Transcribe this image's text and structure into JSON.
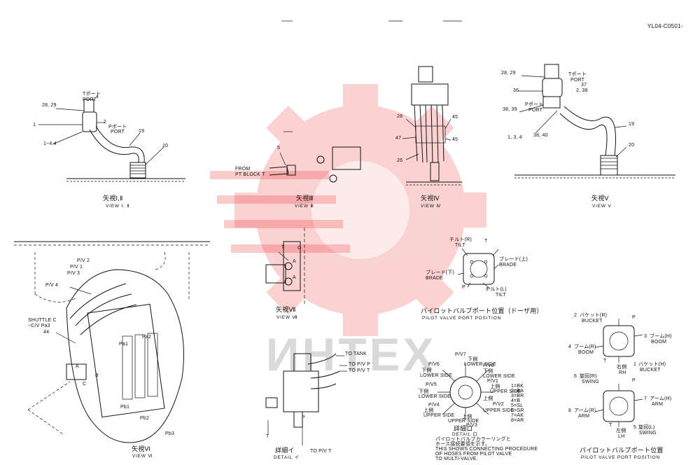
{
  "doc": {
    "code": "YL04-C0501-"
  },
  "watermark": {
    "text": "ИНТЕХ",
    "color": "#ee3333"
  },
  "views": {
    "view1": {
      "cap_jp": "矢視Ⅰ,Ⅱ",
      "cap_en": "VIEW Ⅰ, Ⅱ",
      "labels": [
        "Tポート",
        "PORT",
        "28, 29",
        "4",
        "1",
        "2",
        "Pポート",
        "PORT",
        "1~4  4",
        "19",
        "20"
      ]
    },
    "view3": {
      "cap_jp": "矢視Ⅲ",
      "cap_en": "VIEW Ⅲ",
      "labels": [
        "5",
        "FROM",
        "PT BLOCK T"
      ]
    },
    "view4": {
      "cap_jp": "矢視Ⅳ",
      "cap_en": "VIEW Ⅳ",
      "labels": [
        "28",
        "47",
        "26",
        "45",
        "45"
      ]
    },
    "view5": {
      "cap_jp": "矢視Ⅴ",
      "cap_en": "VIEW Ⅴ",
      "labels": [
        "28, 29",
        "Tポート",
        "PORT",
        "37",
        "36",
        "2, 38",
        "38, 39",
        "Pポート",
        "PORT",
        "1, 3, 4",
        "38, 40",
        "19",
        "20"
      ]
    },
    "view6": {
      "cap_jp": "矢視Ⅵ",
      "cap_en": "VIEW Ⅵ",
      "labels": [
        "P/V 2",
        "P/V 1",
        "P/V 3",
        "P/V 4",
        "SHUTTLE C",
        "~C/V Pa3",
        "44",
        "Pa1",
        "Pa2",
        "Pb1",
        "Pb2",
        "Pb3",
        "A",
        "B",
        "C"
      ]
    },
    "view7": {
      "cap_jp": "矢視Ⅶ",
      "cap_en": "VIEW Ⅶ",
      "labels": [
        "T",
        "G",
        "A",
        "A"
      ]
    },
    "detail_a": {
      "cap_jp": "詳細イ",
      "cap_en": "DETAIL イ",
      "labels": [
        "TO TANK",
        "TO P/V P",
        "TO P/V T",
        "TO P/V T",
        "P",
        "T"
      ]
    },
    "detail_b": {
      "cap_jp": "詳細ロ",
      "cap_en": "DETAIL ロ",
      "labels": [
        "P/V7",
        "下側",
        "LOWER SIDE",
        "P/V6",
        "下側",
        "LOWER SIDE",
        "P/V8",
        "下側",
        "LOWER SIDE",
        "P/V5",
        "下側",
        "LOWER SIDE",
        "P/V1",
        "上側",
        "UPPER SIDE",
        "P/V4",
        "上側",
        "UPPER SIDE",
        "P/V2",
        "上側",
        "UPPER SIDE",
        "P/V3",
        "上側",
        "UPPER SIDE",
        "1=BK",
        "2=BA",
        "3=BR",
        "4=B",
        "5=SL",
        "6=SR",
        "7=AK",
        "8=AR"
      ],
      "note_jp": "パイロットバルブカラーリングと",
      "note_jp2": "ホース接続要領を示す。",
      "note_en": [
        "THIS SHOWS CONNECTING PROCEDURE",
        "OF HOSES FROM PILOT VALVE",
        "TO MULTI-VALVE."
      ]
    },
    "pilot_dozer": {
      "cap_jp": "パイロットバルブポート位置（ドーザ用）",
      "cap_en": "PILOT VALVE PORT POSITION",
      "labels": [
        "チルト(R)",
        "TILT",
        "T",
        "ブレード(上)",
        "BRADE",
        "ブレード(下)",
        "BRADE",
        "チルト(L)",
        "TILT",
        "P"
      ]
    },
    "pilot_main": {
      "cap_jp": "パイロットバルブポート位置",
      "cap_en": "PILOT VALVE PORT POSITION",
      "labels": [
        "2",
        "バケット(R)",
        "BUCKET",
        "P",
        "3",
        "ブーム(H)",
        "BOOM",
        "4",
        "ブーム(R)",
        "BOOM",
        "1",
        "バケット(H)",
        "BUCKET",
        "右側",
        "RH",
        "6",
        "旋回(R)",
        "SWING",
        "P",
        "7",
        "アーム(H)",
        "ARM",
        "8",
        "アーム(R)",
        "ARM",
        "5",
        "旋回(L)",
        "SWING",
        "左側",
        "LH",
        "T",
        "T"
      ]
    }
  }
}
